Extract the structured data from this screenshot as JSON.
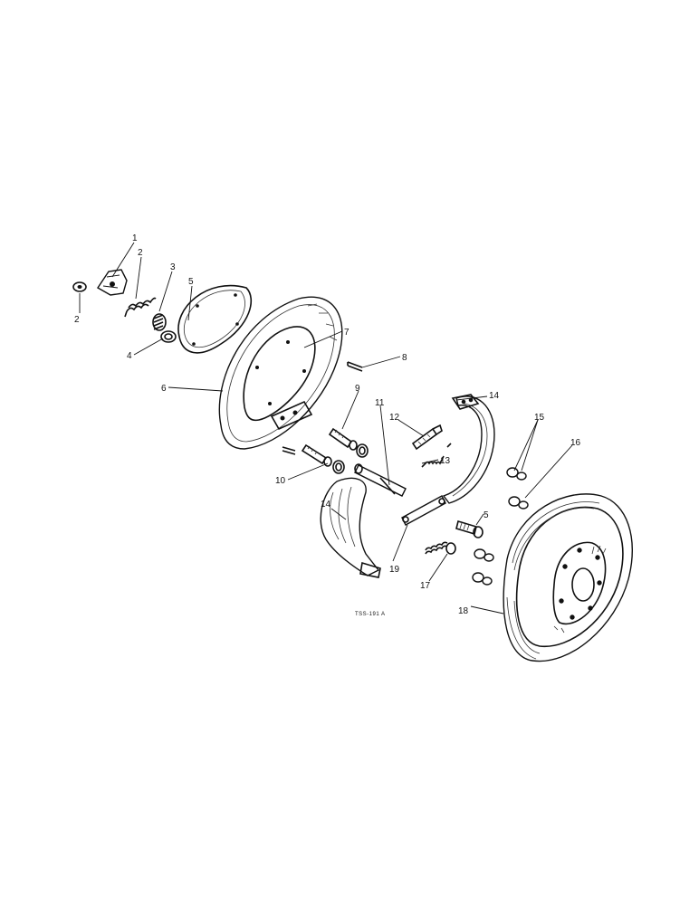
{
  "diagram": {
    "reference_code": "TSS-191 A",
    "callouts": {
      "c1": "1",
      "c2": "2",
      "c2b": "2",
      "c3": "3",
      "c4": "4",
      "c5": "5",
      "c6": "6",
      "c7": "7",
      "c8": "8",
      "c9": "9",
      "c10": "10",
      "c11": "11",
      "c12": "12",
      "c13": "13",
      "c14a": "14",
      "c14b": "14",
      "c15": "15",
      "c16": "16",
      "c17": "17",
      "c18": "18",
      "c19": "19",
      "c5b": "5"
    }
  }
}
